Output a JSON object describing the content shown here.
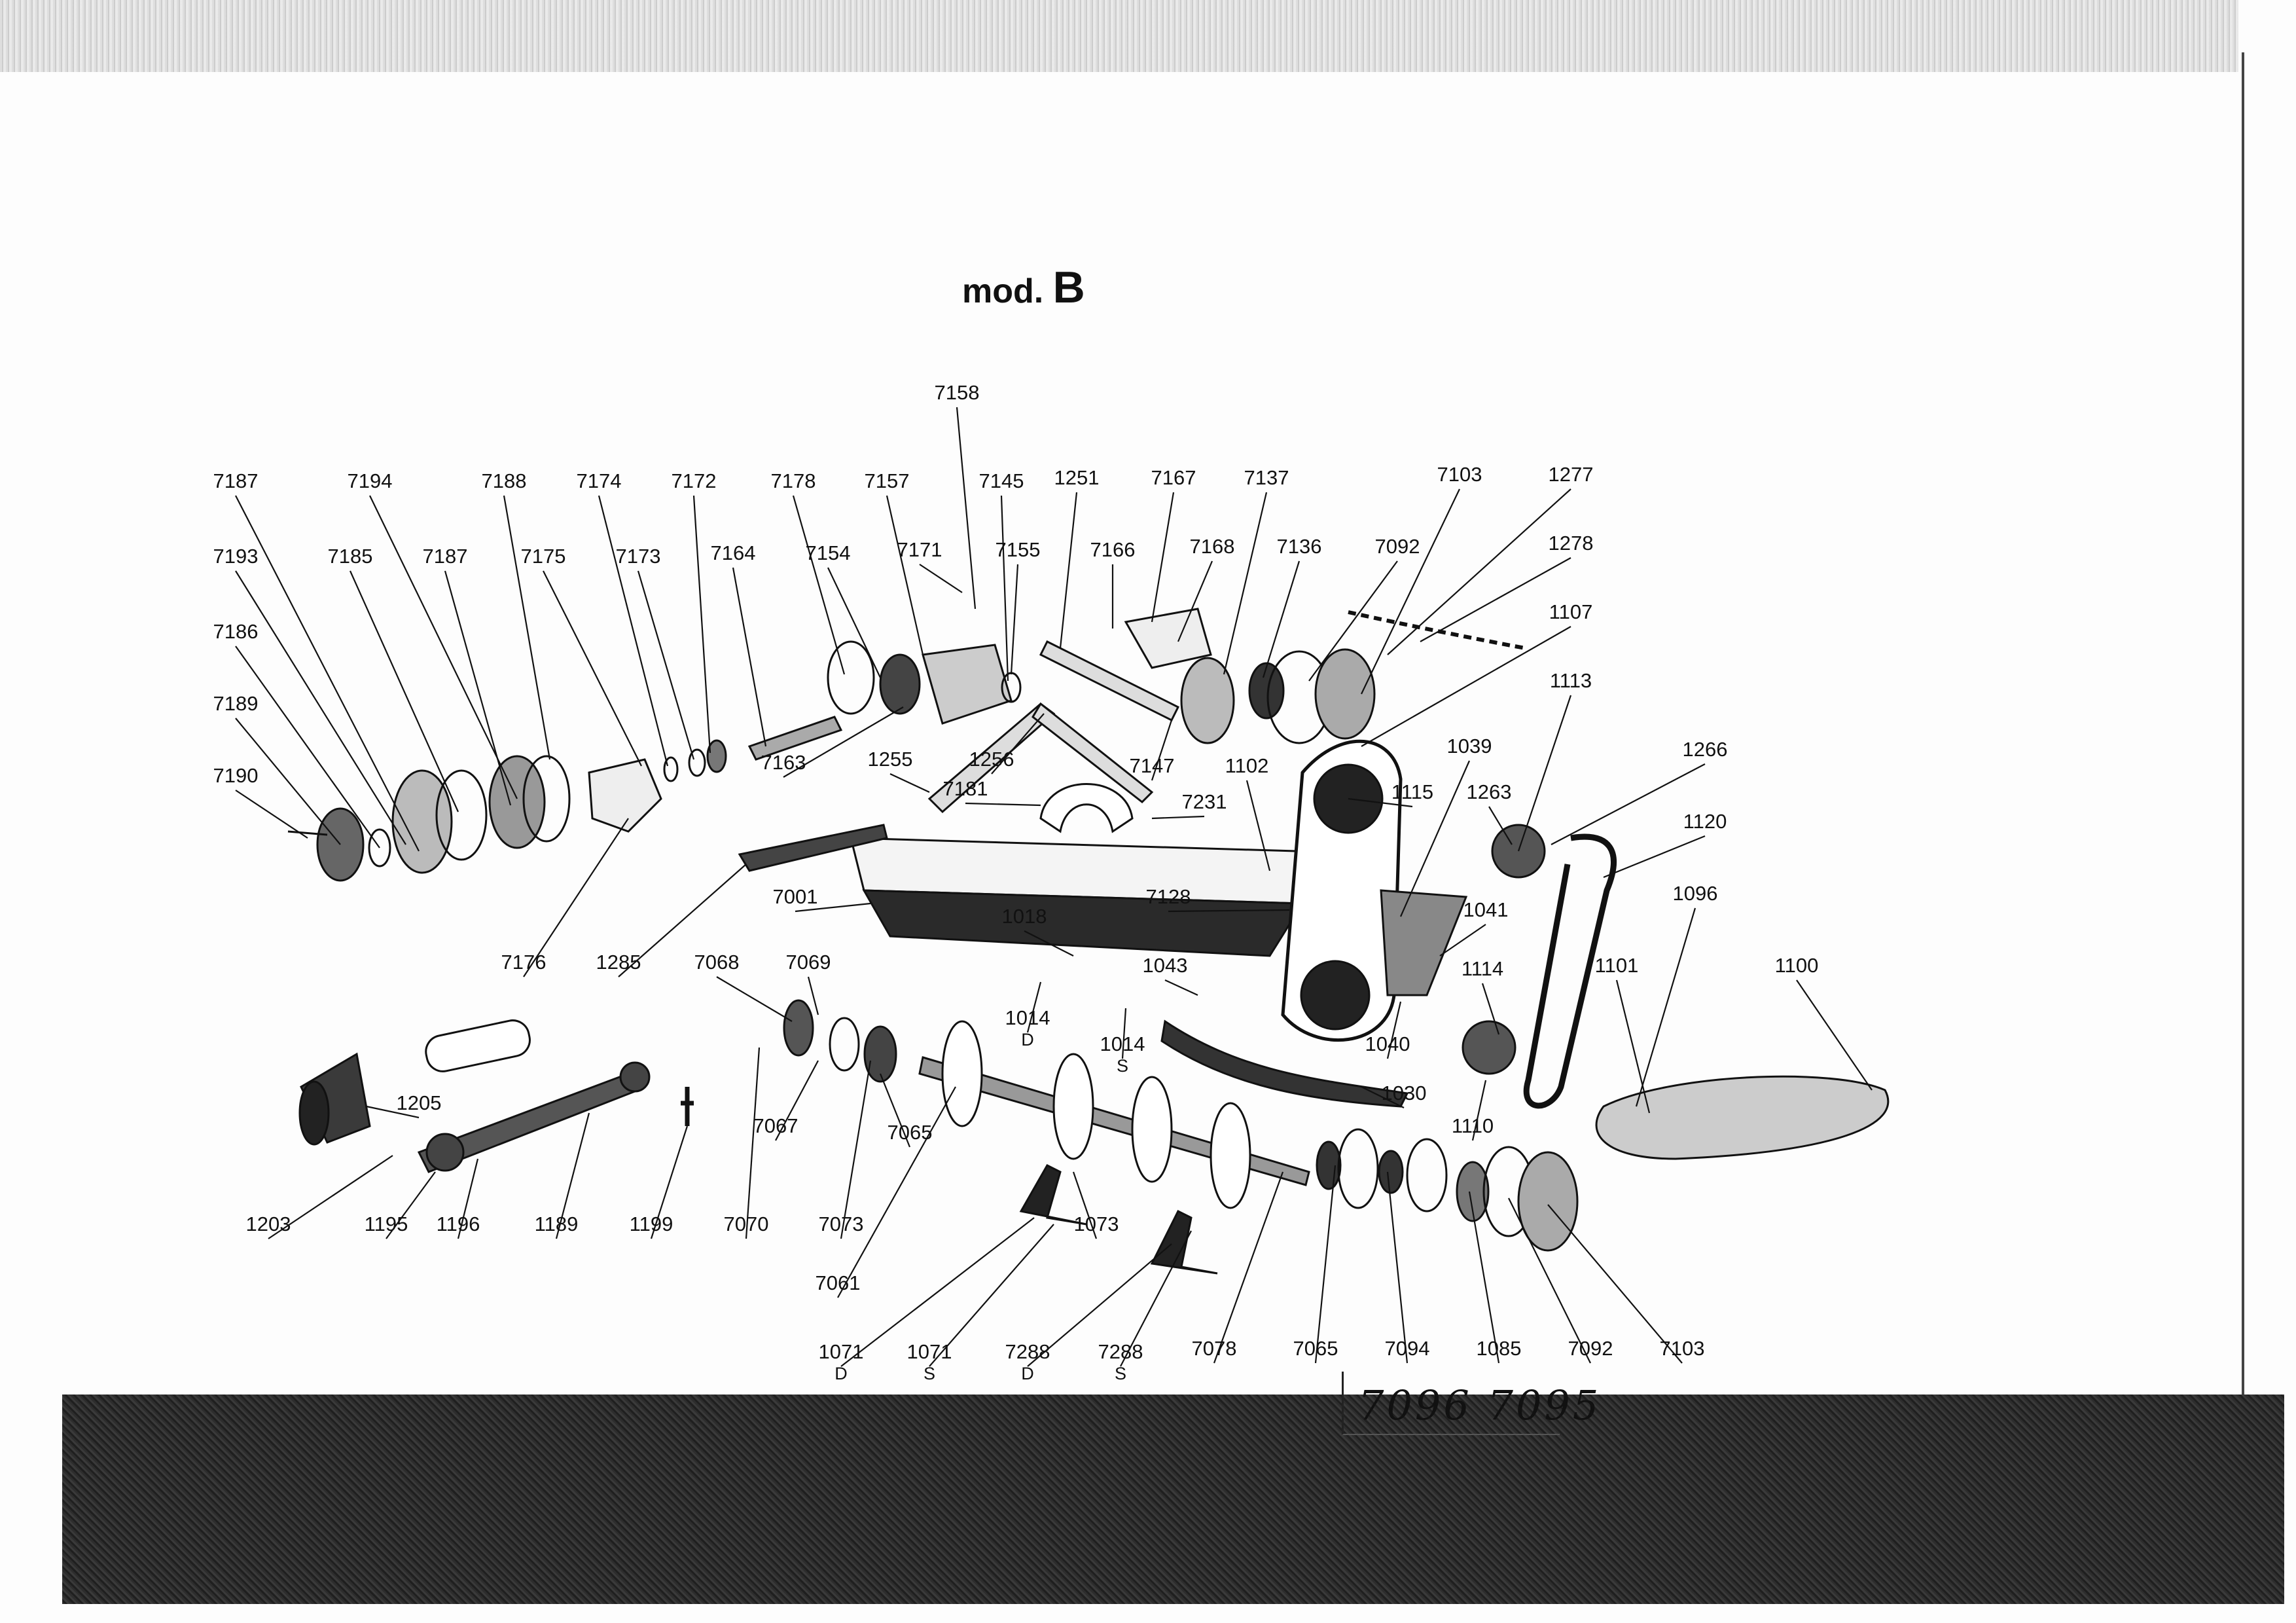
{
  "title": {
    "prefix": "mod.",
    "letter": "B"
  },
  "handwritten_note": "7096 7095",
  "callouts": [
    {
      "id": "7158",
      "label": "7158"
    },
    {
      "id": "7187a",
      "label": "7187"
    },
    {
      "id": "7194",
      "label": "7194"
    },
    {
      "id": "7188",
      "label": "7188"
    },
    {
      "id": "7174",
      "label": "7174"
    },
    {
      "id": "7172",
      "label": "7172"
    },
    {
      "id": "7178",
      "label": "7178"
    },
    {
      "id": "7157",
      "label": "7157"
    },
    {
      "id": "7145",
      "label": "7145"
    },
    {
      "id": "1251",
      "label": "1251"
    },
    {
      "id": "7167",
      "label": "7167"
    },
    {
      "id": "7137",
      "label": "7137"
    },
    {
      "id": "7103a",
      "label": "7103"
    },
    {
      "id": "1277",
      "label": "1277"
    },
    {
      "id": "7193",
      "label": "7193"
    },
    {
      "id": "7185",
      "label": "7185"
    },
    {
      "id": "7187b",
      "label": "7187"
    },
    {
      "id": "7175",
      "label": "7175"
    },
    {
      "id": "7173",
      "label": "7173"
    },
    {
      "id": "7164",
      "label": "7164"
    },
    {
      "id": "7154",
      "label": "7154"
    },
    {
      "id": "7171",
      "label": "7171"
    },
    {
      "id": "7155",
      "label": "7155"
    },
    {
      "id": "7166",
      "label": "7166"
    },
    {
      "id": "7168",
      "label": "7168"
    },
    {
      "id": "7136",
      "label": "7136"
    },
    {
      "id": "7092a",
      "label": "7092"
    },
    {
      "id": "1278",
      "label": "1278"
    },
    {
      "id": "7186",
      "label": "7186"
    },
    {
      "id": "1107",
      "label": "1107"
    },
    {
      "id": "7189",
      "label": "7189"
    },
    {
      "id": "1113",
      "label": "1113"
    },
    {
      "id": "7190",
      "label": "7190"
    },
    {
      "id": "7163",
      "label": "7163"
    },
    {
      "id": "1255",
      "label": "1255"
    },
    {
      "id": "1256",
      "label": "1256"
    },
    {
      "id": "7147",
      "label": "7147"
    },
    {
      "id": "1102",
      "label": "1102"
    },
    {
      "id": "1039",
      "label": "1039"
    },
    {
      "id": "1266",
      "label": "1266"
    },
    {
      "id": "7181",
      "label": "7181"
    },
    {
      "id": "7231",
      "label": "7231"
    },
    {
      "id": "1115",
      "label": "1115"
    },
    {
      "id": "1263",
      "label": "1263"
    },
    {
      "id": "1120",
      "label": "1120"
    },
    {
      "id": "7128",
      "label": "7128"
    },
    {
      "id": "7001",
      "label": "7001"
    },
    {
      "id": "1096",
      "label": "1096"
    },
    {
      "id": "1018",
      "label": "1018"
    },
    {
      "id": "1041",
      "label": "1041"
    },
    {
      "id": "7176",
      "label": "7176"
    },
    {
      "id": "1285",
      "label": "1285"
    },
    {
      "id": "7068",
      "label": "7068"
    },
    {
      "id": "7069",
      "label": "7069"
    },
    {
      "id": "1043",
      "label": "1043"
    },
    {
      "id": "1114",
      "label": "1114"
    },
    {
      "id": "1101",
      "label": "1101"
    },
    {
      "id": "1100",
      "label": "1100"
    },
    {
      "id": "1014D",
      "label": "1014",
      "sub": "D"
    },
    {
      "id": "1014S",
      "label": "1014",
      "sub": "S"
    },
    {
      "id": "1040",
      "label": "1040"
    },
    {
      "id": "1205",
      "label": "1205"
    },
    {
      "id": "1030",
      "label": "1030"
    },
    {
      "id": "7067",
      "label": "7067"
    },
    {
      "id": "7065a",
      "label": "7065"
    },
    {
      "id": "1110",
      "label": "1110"
    },
    {
      "id": "1203",
      "label": "1203"
    },
    {
      "id": "1195",
      "label": "1195"
    },
    {
      "id": "1196",
      "label": "1196"
    },
    {
      "id": "1189",
      "label": "1189"
    },
    {
      "id": "1199",
      "label": "1199"
    },
    {
      "id": "7070",
      "label": "7070"
    },
    {
      "id": "7073",
      "label": "7073"
    },
    {
      "id": "1073",
      "label": "1073"
    },
    {
      "id": "7061",
      "label": "7061"
    },
    {
      "id": "1071D",
      "label": "1071",
      "sub": "D"
    },
    {
      "id": "1071S",
      "label": "1071",
      "sub": "S"
    },
    {
      "id": "7288D",
      "label": "7288",
      "sub": "D"
    },
    {
      "id": "7288S",
      "label": "7288",
      "sub": "S"
    },
    {
      "id": "7078",
      "label": "7078"
    },
    {
      "id": "7065b",
      "label": "7065"
    },
    {
      "id": "7094",
      "label": "7094"
    },
    {
      "id": "1085",
      "label": "1085"
    },
    {
      "id": "7092b",
      "label": "7092"
    },
    {
      "id": "7103b",
      "label": "7103"
    }
  ]
}
